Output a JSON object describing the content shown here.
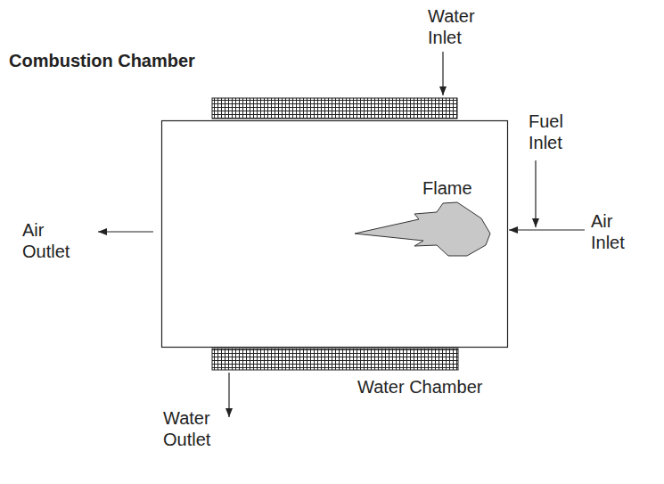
{
  "diagram": {
    "title": "Combustion Chamber",
    "labels": [
      "Water Inlet",
      "Fuel Inlet",
      "Flame",
      "Air Inlet",
      "Air Outlet",
      "Water Chamber",
      "Water Outlet"
    ]
  }
}
